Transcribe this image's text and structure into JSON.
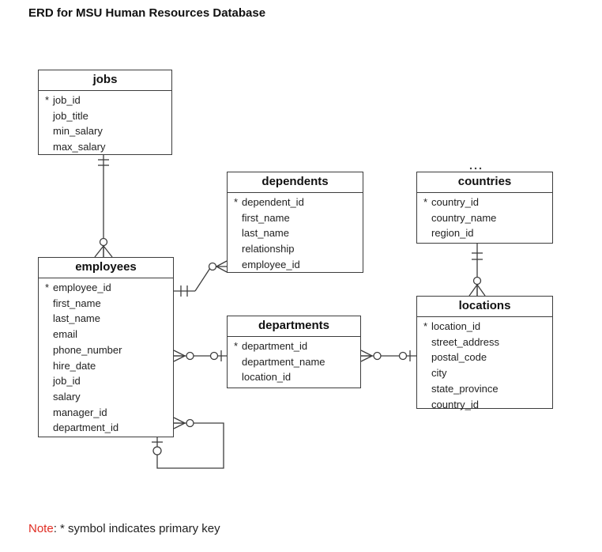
{
  "page": {
    "title": "ERD for MSU Human Resources Database"
  },
  "entities": {
    "jobs": {
      "title": "jobs",
      "fields": [
        {
          "pk": "*",
          "name": "job_id"
        },
        {
          "pk": "",
          "name": "job_title"
        },
        {
          "pk": "",
          "name": "min_salary"
        },
        {
          "pk": "",
          "name": "max_salary"
        }
      ]
    },
    "dependents": {
      "title": "dependents",
      "fields": [
        {
          "pk": "*",
          "name": "dependent_id"
        },
        {
          "pk": "",
          "name": "first_name"
        },
        {
          "pk": "",
          "name": "last_name"
        },
        {
          "pk": "",
          "name": "relationship"
        },
        {
          "pk": "",
          "name": "employee_id"
        }
      ]
    },
    "countries": {
      "title": "countries",
      "fields": [
        {
          "pk": "*",
          "name": "country_id"
        },
        {
          "pk": "",
          "name": "country_name"
        },
        {
          "pk": "",
          "name": "region_id"
        }
      ]
    },
    "employees": {
      "title": "employees",
      "fields": [
        {
          "pk": "*",
          "name": "employee_id"
        },
        {
          "pk": "",
          "name": "first_name"
        },
        {
          "pk": "",
          "name": "last_name"
        },
        {
          "pk": "",
          "name": "email"
        },
        {
          "pk": "",
          "name": "phone_number"
        },
        {
          "pk": "",
          "name": "hire_date"
        },
        {
          "pk": "",
          "name": "job_id"
        },
        {
          "pk": "",
          "name": "salary"
        },
        {
          "pk": "",
          "name": "manager_id"
        },
        {
          "pk": "",
          "name": "department_id"
        }
      ]
    },
    "departments": {
      "title": "departments",
      "fields": [
        {
          "pk": "*",
          "name": "department_id"
        },
        {
          "pk": "",
          "name": "department_name"
        },
        {
          "pk": "",
          "name": "location_id"
        }
      ]
    },
    "locations": {
      "title": "locations",
      "fields": [
        {
          "pk": "*",
          "name": "location_id"
        },
        {
          "pk": "",
          "name": "street_address"
        },
        {
          "pk": "",
          "name": "postal_code"
        },
        {
          "pk": "",
          "name": "city"
        },
        {
          "pk": "",
          "name": "state_province"
        },
        {
          "pk": "",
          "name": "country_id"
        }
      ]
    }
  },
  "relationships": [
    {
      "from": "jobs",
      "to": "employees",
      "from_cardinality": "one and only one",
      "to_cardinality": "zero or many"
    },
    {
      "from": "employees",
      "to": "dependents",
      "from_cardinality": "one and only one",
      "to_cardinality": "zero or many"
    },
    {
      "from": "countries",
      "to": "locations",
      "from_cardinality": "one and only one",
      "to_cardinality": "zero or many"
    },
    {
      "from": "departments",
      "to": "employees",
      "from_cardinality": "zero or one",
      "to_cardinality": "zero or many"
    },
    {
      "from": "locations",
      "to": "departments",
      "from_cardinality": "zero or one",
      "to_cardinality": "zero or many"
    },
    {
      "from": "employees(manager)",
      "to": "employees",
      "from_cardinality": "zero or one",
      "to_cardinality": "zero or many"
    }
  ],
  "note": {
    "label": "Note",
    "text": ": * symbol indicates primary key"
  },
  "colors": {
    "note_red": "#e02d23",
    "line": "#3d3d3d",
    "text": "#1f1f1f",
    "background": "#ffffff"
  }
}
